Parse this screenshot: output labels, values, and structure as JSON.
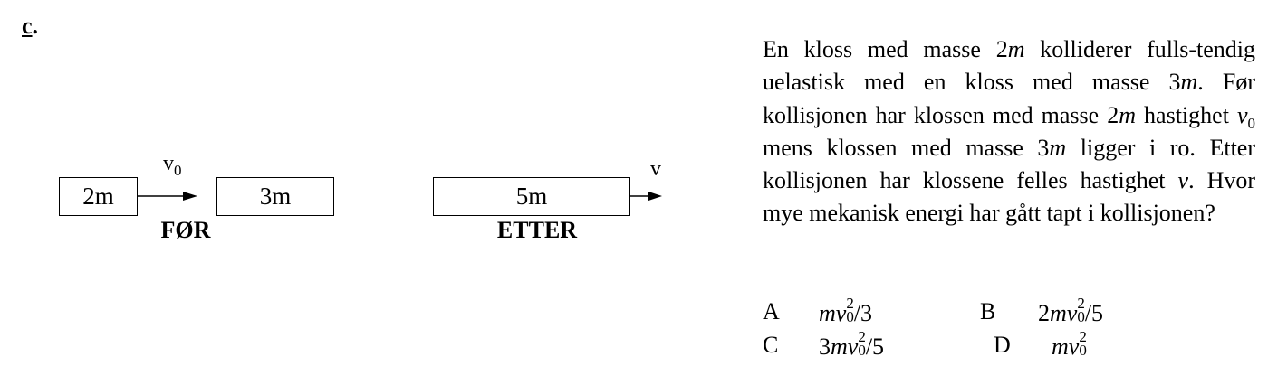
{
  "problem_label": "c",
  "diagram": {
    "before": {
      "block_a": "2m",
      "block_b": "3m",
      "velocity": "v",
      "velocity_sub": "0",
      "caption": "FØR"
    },
    "after": {
      "block": "5m",
      "velocity": "v",
      "caption": "ETTER"
    }
  },
  "question": {
    "p1": "En kloss med masse 2",
    "m1": "m",
    "p2": " kolliderer fulls-­tendig uelastisk med en kloss med masse 3",
    "m2": "m",
    "p3": ".   Før kollisjonen har klossen med masse 2",
    "m3": "m",
    "p4": " hastighet ",
    "v1": "v",
    "v1sub": "0",
    "p5": " mens klossen med masse 3",
    "m4": "m",
    "p6": " ligger i ro.   Etter kollisjonen har klossene felles hastighet ",
    "v2": "v",
    "p7": ".  Hvor mye mekanisk energi har gått tapt i kollisjonen?"
  },
  "options": [
    {
      "letter": "A",
      "coef": "",
      "tail": "/3"
    },
    {
      "letter": "B",
      "coef": "2",
      "tail": "/5"
    },
    {
      "letter": "C",
      "coef": "3",
      "tail": "/5"
    },
    {
      "letter": "D",
      "coef": "",
      "tail": ""
    }
  ],
  "option_symbols": {
    "m": "m",
    "v": "v",
    "sup": "2",
    "sub": "0"
  }
}
